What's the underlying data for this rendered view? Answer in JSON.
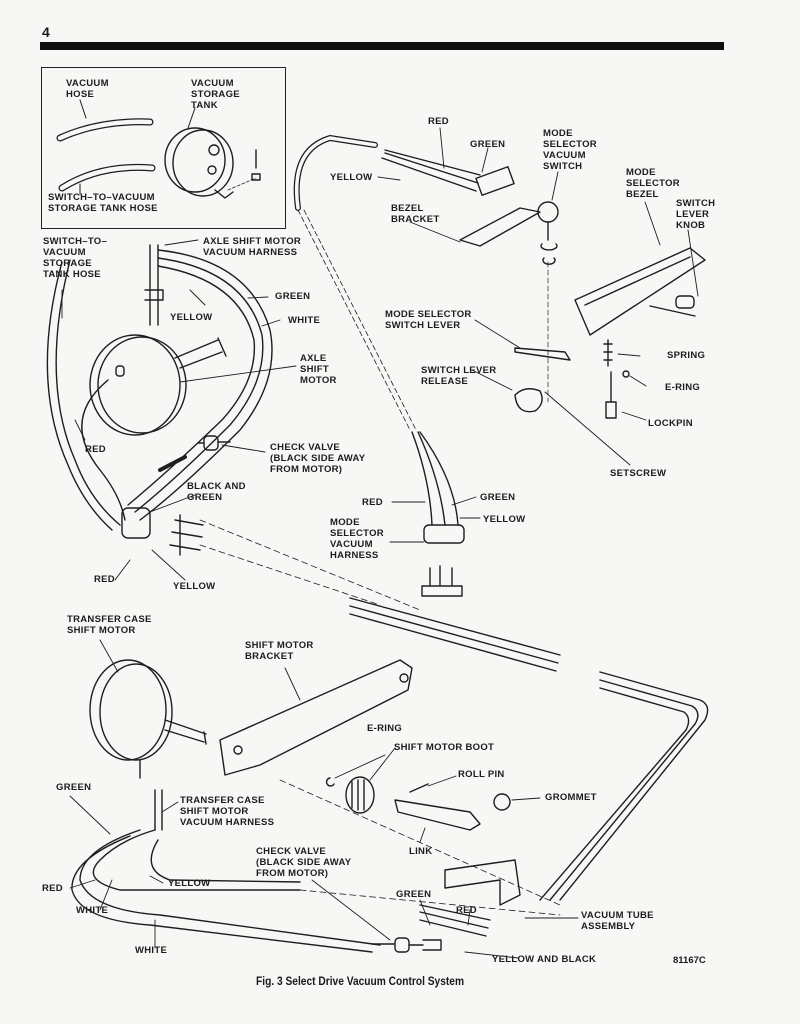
{
  "page": {
    "number": "4"
  },
  "figure": {
    "caption": "Fig. 3   Select Drive Vacuum Control System",
    "reference_code": "81167C"
  },
  "inset": {
    "labels": {
      "vacuum_hose": "VACUUM\nHOSE",
      "vacuum_storage_tank": "VACUUM\nSTORAGE\nTANK",
      "switch_to_vacuum_hose": "SWITCH–TO–VACUUM\nSTORAGE TANK HOSE"
    }
  },
  "labels": {
    "red_top": "RED",
    "green_top": "GREEN",
    "yellow_top": "YELLOW",
    "mode_selector_vacuum_switch": "MODE\nSELECTOR\nVACUUM\nSWITCH",
    "mode_selector_bezel": "MODE\nSELECTOR\nBEZEL",
    "switch_lever_knob": "SWITCH\nLEVER\nKNOB",
    "bezel_bracket": "BEZEL\nBRACKET",
    "switch_to_vacuum_left": "SWITCH–TO–\nVACUUM\nSTORAGE\nTANK HOSE",
    "axle_shift_motor_harness": "AXLE SHIFT MOTOR\nVACUUM HARNESS",
    "green_axle": "GREEN",
    "white_axle": "WHITE",
    "yellow_axle": "YELLOW",
    "axle_shift_motor": "AXLE\nSHIFT\nMOTOR",
    "mode_selector_switch_lever": "MODE SELECTOR\nSWITCH LEVER",
    "switch_lever_release": "SWITCH LEVER\nRELEASE",
    "spring": "SPRING",
    "e_ring_top": "E-RING",
    "lockpin": "LOCKPIN",
    "setscrew": "SETSCREW",
    "red_left": "RED",
    "check_valve_top": "CHECK VALVE\n(BLACK SIDE AWAY\nFROM MOTOR)",
    "black_and_green": "BLACK AND\nGREEN",
    "red_harness": "RED",
    "green_harness": "GREEN",
    "yellow_harness": "YELLOW",
    "mode_selector_vacuum_harness": "MODE\nSELECTOR\nVACUUM\nHARNESS",
    "red_connector": "RED",
    "yellow_connector": "YELLOW",
    "transfer_case_shift_motor": "TRANSFER CASE\nSHIFT MOTOR",
    "shift_motor_bracket": "SHIFT MOTOR\nBRACKET",
    "e_ring_bottom": "E-RING",
    "shift_motor_boot": "SHIFT MOTOR BOOT",
    "roll_pin": "ROLL PIN",
    "grommet": "GROMMET",
    "link": "LINK",
    "green_bottom_left": "GREEN",
    "transfer_case_harness": "TRANSFER CASE\nSHIFT MOTOR\nVACUUM HARNESS",
    "check_valve_bottom": "CHECK VALVE\n(BLACK SIDE AWAY\nFROM MOTOR)",
    "yellow_bottom": "YELLOW",
    "red_bottom_left": "RED",
    "white_bottom_1": "WHITE",
    "white_bottom_2": "WHITE",
    "green_bottom": "GREEN",
    "red_bottom": "RED",
    "vacuum_tube_assembly": "VACUUM TUBE\nASSEMBLY",
    "yellow_and_black": "YELLOW AND BLACK"
  }
}
